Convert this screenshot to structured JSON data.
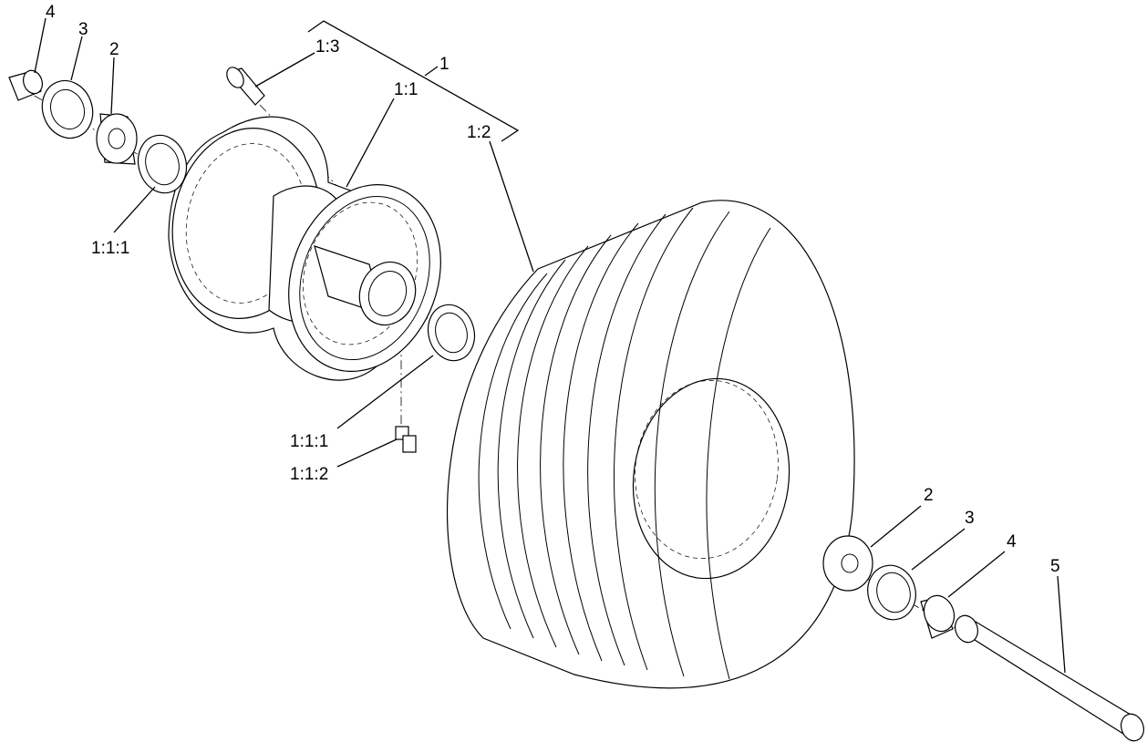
{
  "callouts": {
    "c1": "1",
    "c1_1": "1:1",
    "c1_2": "1:2",
    "c1_3": "1:3",
    "c1_1_1_top": "1:1:1",
    "c1_1_1_bottom": "1:1:1",
    "c1_1_2": "1:1:2",
    "c2_left": "2",
    "c3_left": "3",
    "c4_left": "4",
    "c2_right": "2",
    "c3_right": "3",
    "c4_right": "4",
    "c5": "5"
  }
}
